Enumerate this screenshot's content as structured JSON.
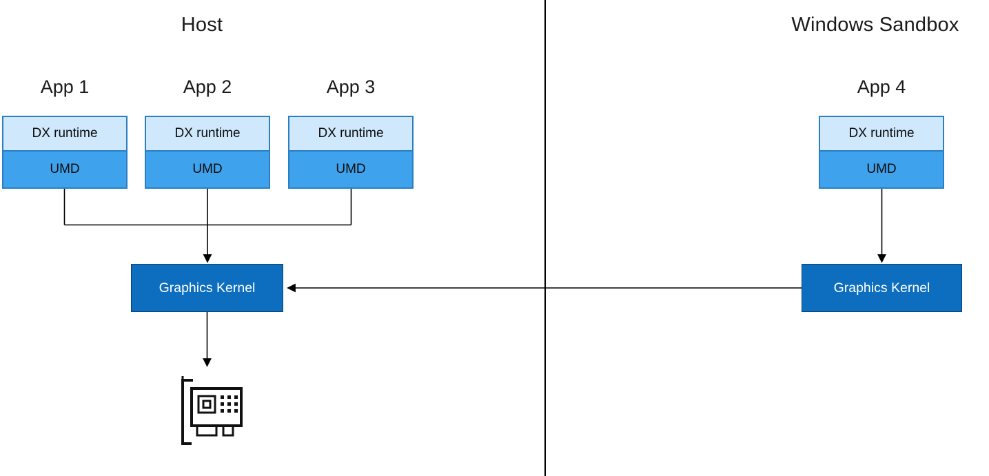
{
  "titles": {
    "host": "Host",
    "sandbox": "Windows Sandbox"
  },
  "apps": [
    {
      "label": "App 1",
      "layers": [
        "DX runtime",
        "UMD"
      ]
    },
    {
      "label": "App 2",
      "layers": [
        "DX runtime",
        "UMD"
      ]
    },
    {
      "label": "App 3",
      "layers": [
        "DX runtime",
        "UMD"
      ]
    },
    {
      "label": "App 4",
      "layers": [
        "DX runtime",
        "UMD"
      ]
    }
  ],
  "kernels": {
    "host": "Graphics Kernel",
    "sandbox": "Graphics Kernel"
  },
  "icons": {
    "gpu": "gpu-card-icon"
  },
  "colors": {
    "dx_runtime_fill": "#cfe8fb",
    "umd_fill": "#3ea2ec",
    "box_border": "#2a7fc4",
    "kernel_fill": "#0d6ebf",
    "kernel_border": "#083e6e",
    "line": "#000000",
    "text": "#1a1a1a",
    "kernel_text": "#ffffff",
    "bg": "#ffffff"
  }
}
